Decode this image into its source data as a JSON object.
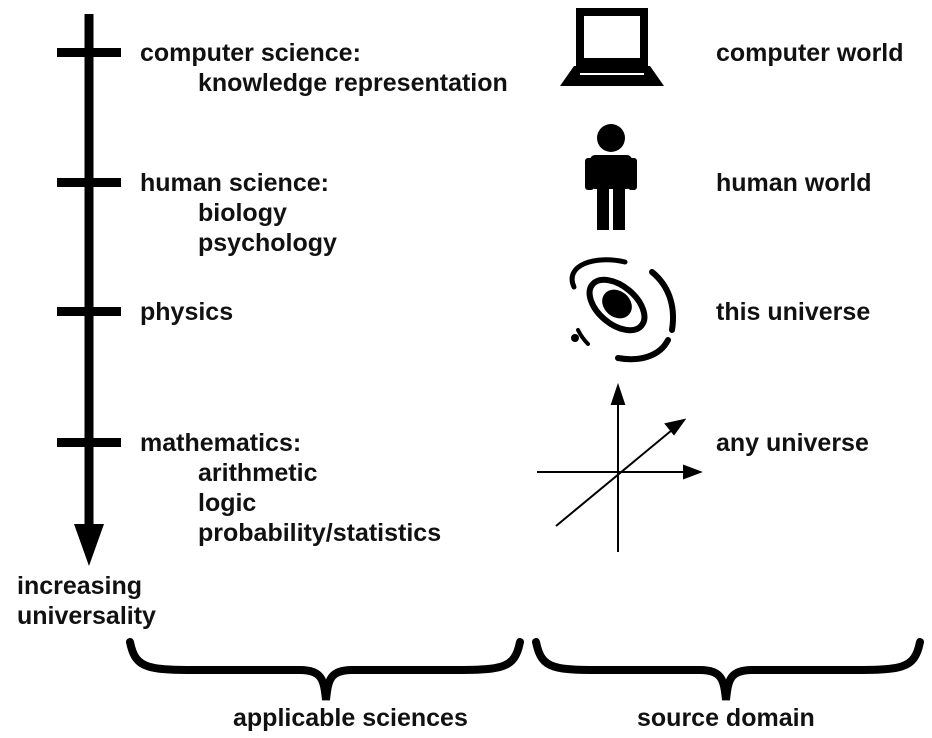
{
  "axis": {
    "label_line1": "increasing",
    "label_line2": "universality"
  },
  "levels": [
    {
      "heading": "computer science:",
      "items": [
        "knowledge representation"
      ],
      "domain": "computer world",
      "icon": "laptop-icon"
    },
    {
      "heading": "human science:",
      "items": [
        "biology",
        "psychology"
      ],
      "domain": "human world",
      "icon": "person-icon"
    },
    {
      "heading": "physics",
      "items": [],
      "domain": "this universe",
      "icon": "galaxy-icon"
    },
    {
      "heading": "mathematics:",
      "items": [
        "arithmetic",
        "logic",
        "probability/statistics"
      ],
      "domain": "any universe",
      "icon": "axes-icon"
    }
  ],
  "brackets": {
    "left_label": "applicable sciences",
    "right_label": "source domain"
  }
}
